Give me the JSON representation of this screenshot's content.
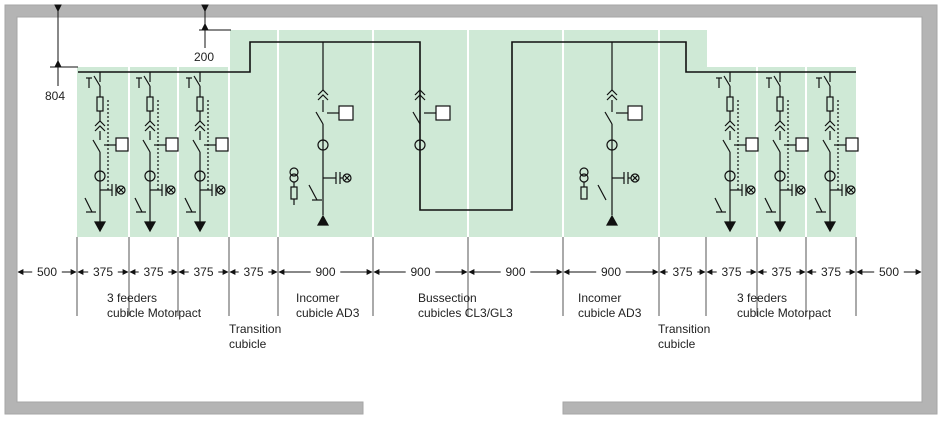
{
  "dimensions": {
    "top_offset": "200",
    "busbar_height": "804",
    "widths": [
      "500",
      "375",
      "375",
      "375",
      "375",
      "900",
      "900",
      "900",
      "900",
      "375",
      "375",
      "375",
      "375",
      "500"
    ]
  },
  "labels": {
    "feeders_left": [
      "3 feeders",
      "cubicle Motorpact"
    ],
    "transition_left": [
      "Transition",
      "cubicle"
    ],
    "incomer_left": [
      "Incomer",
      "cubicle AD3"
    ],
    "bussection": [
      "Bussection",
      "cubicles CL3/GL3"
    ],
    "incomer_right": [
      "Incomer",
      "cubicle AD3"
    ],
    "transition_right": [
      "Transition",
      "cubicle"
    ],
    "feeders_right": [
      "3 feeders",
      "cubicle Motorpact"
    ]
  },
  "colors": {
    "cubicle_fill": "#cfe9d6",
    "wall": "#a6a6a6",
    "line": "#111111"
  }
}
